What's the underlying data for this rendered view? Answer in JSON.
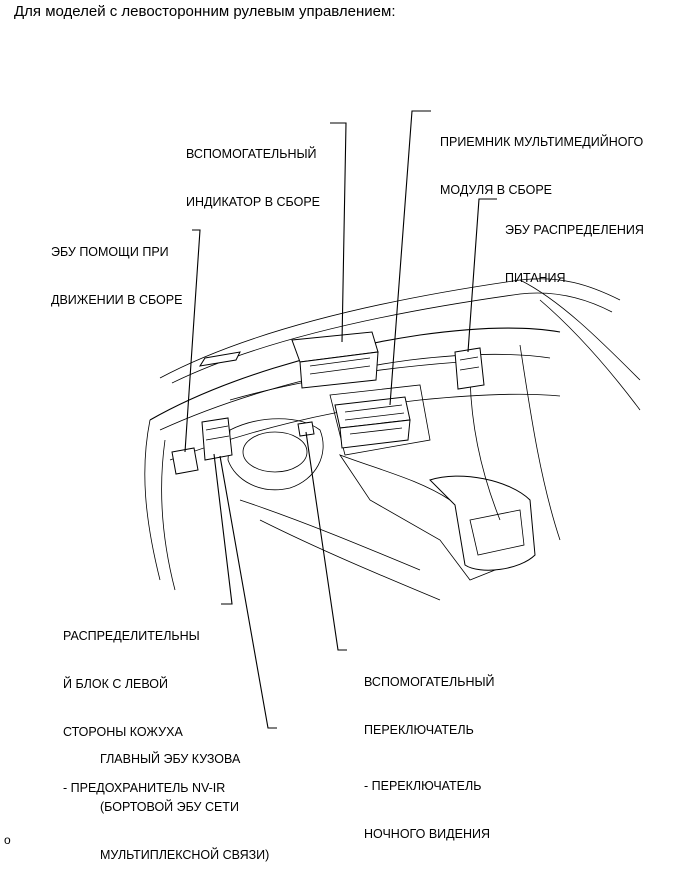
{
  "header": {
    "text": "Для моделей с левосторонним рулевым управлением:"
  },
  "labels": {
    "aux_indicator": [
      "ВСПОМОГАТЕЛЬНЫЙ",
      "ИНДИКАТОР В СБОРЕ"
    ],
    "multimedia_receiver": [
      "ПРИЕМНИК МУЛЬТИМЕДИЙНОГО",
      "МОДУЛЯ В СБОРЕ"
    ],
    "power_dist_ecu": [
      "ЭБУ РАСПРЕДЕЛЕНИЯ",
      "ПИТАНИЯ"
    ],
    "driving_assist_ecu": [
      "ЭБУ ПОМОЩИ ПРИ",
      "ДВИЖЕНИИ В СБОРЕ"
    ],
    "left_cowl_junction": [
      "РАСПРЕДЕЛИТЕЛЬНЫ",
      "Й БЛОК С ЛЕВОЙ",
      "СТОРОНЫ КОЖУХА"
    ],
    "left_cowl_junction_note": "- ПРЕДОХРАНИТЕЛЬ NV-IR",
    "aux_switch": [
      "ВСПОМОГАТЕЛЬНЫЙ",
      "ПЕРЕКЛЮЧАТЕЛЬ"
    ],
    "aux_switch_note": [
      "- ПЕРЕКЛЮЧАТЕЛЬ",
      "НОЧНОГО ВИДЕНИЯ"
    ],
    "main_body_ecu": [
      "ГЛАВНЫЙ ЭБУ КУЗОВА",
      "(БОРТОВОЙ ЭБУ СЕТИ",
      "МУЛЬТИПЛЕКСНОЙ СВЯЗИ)"
    ]
  },
  "corner_mark": "o"
}
